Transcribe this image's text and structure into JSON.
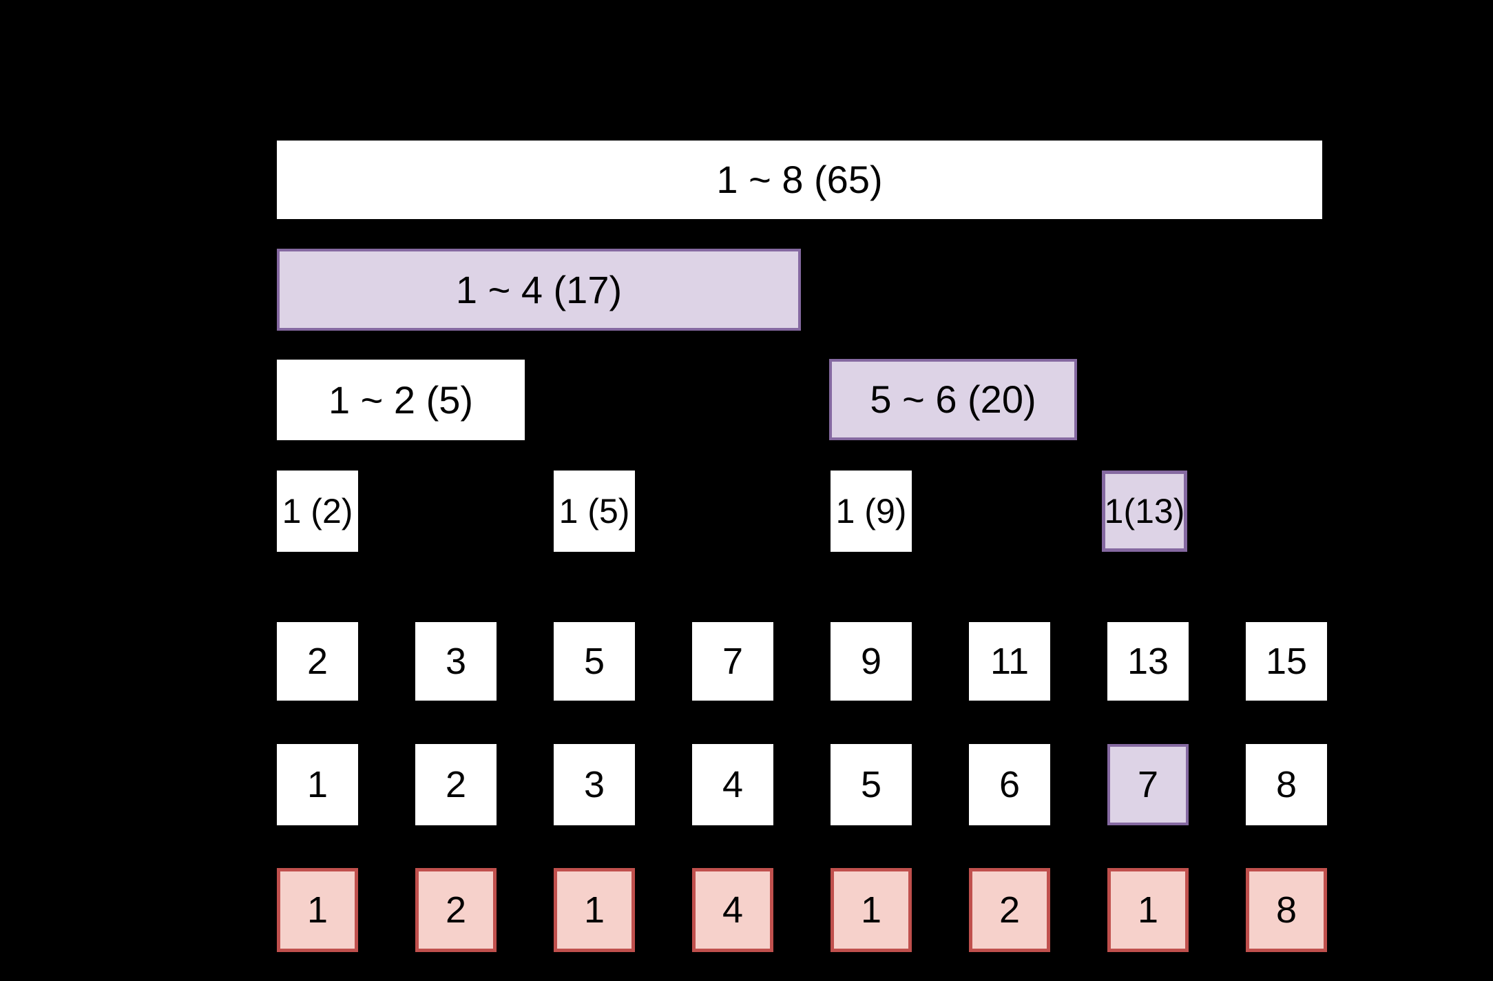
{
  "colors": {
    "background": "#000000",
    "box_white_fill": "#ffffff",
    "purple_fill": "#ddd3e6",
    "purple_border": "#8569a1",
    "pink_fill": "#f6d1cb",
    "red_border": "#c0504d",
    "text": "#000000"
  },
  "tree": {
    "root": {
      "label": "1 ~ 8 (65)",
      "variant": "white"
    },
    "level2": [
      {
        "label": "1 ~ 4 (17)",
        "variant": "purple"
      }
    ],
    "level3": [
      {
        "label": "1 ~ 2 (5)",
        "variant": "white"
      },
      {
        "label": "5 ~ 6 (20)",
        "variant": "purple"
      }
    ],
    "level4": [
      {
        "label": "1 (2)",
        "variant": "white"
      },
      {
        "label": "1 (5)",
        "variant": "white"
      },
      {
        "label": "1 (9)",
        "variant": "white"
      },
      {
        "label": "1(13)",
        "variant": "purple"
      }
    ]
  },
  "arrays": {
    "values": [
      "2",
      "3",
      "5",
      "7",
      "9",
      "11",
      "13",
      "15"
    ],
    "indices": [
      "1",
      "2",
      "3",
      "4",
      "5",
      "6",
      "7",
      "8"
    ],
    "lowbits": [
      "1",
      "2",
      "1",
      "4",
      "1",
      "2",
      "1",
      "8"
    ]
  }
}
